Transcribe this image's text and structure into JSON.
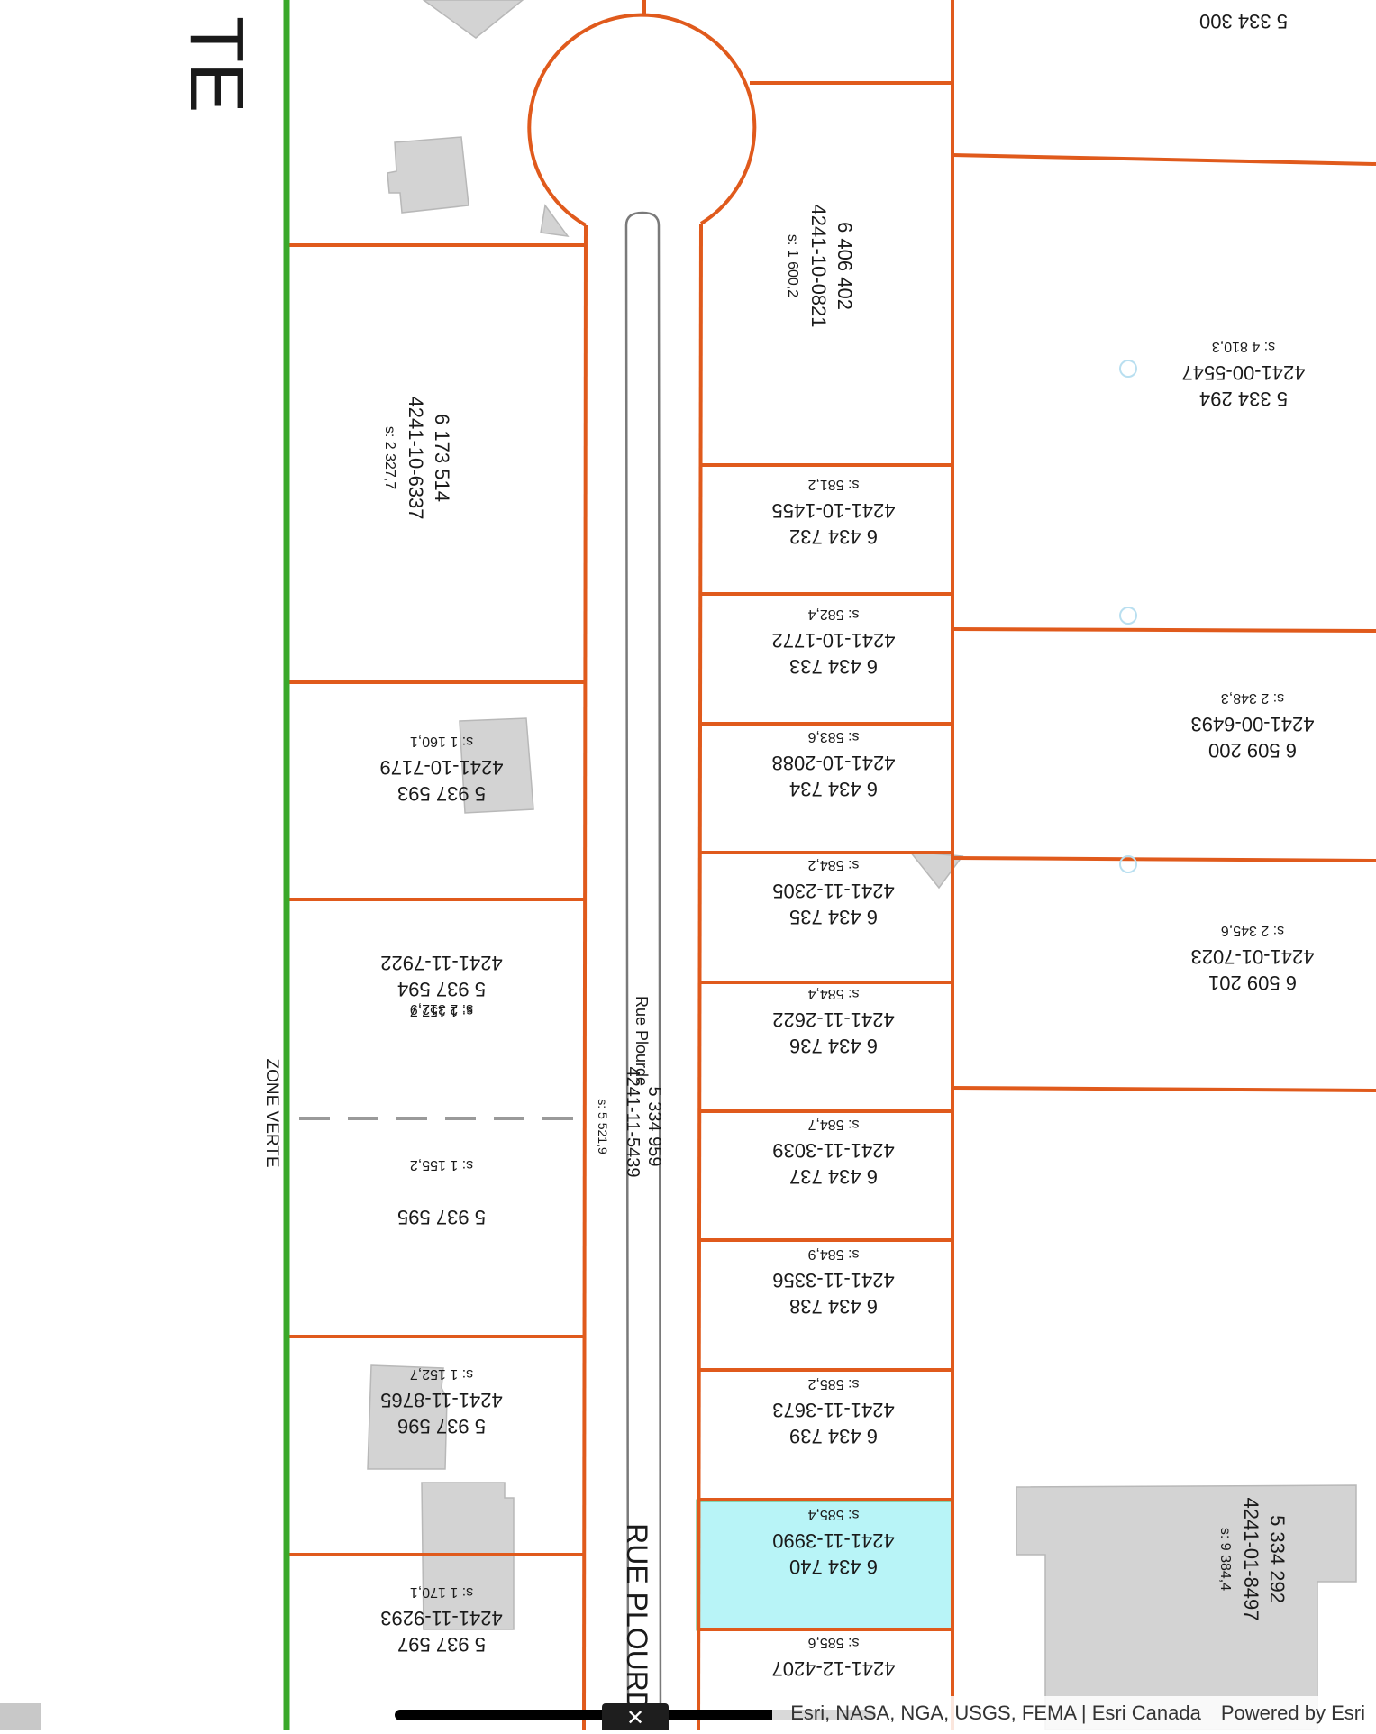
{
  "map": {
    "edge_label": "TE",
    "zone_label": "ZONE VERTE",
    "street_label_small": "Rue Plourde",
    "street_label_large": "RUE PLOURD",
    "road_parcel": {
      "lot": "5 334 959",
      "matricule": "4241-11-5439",
      "area": "s: 5 521,9"
    },
    "lots": [
      {
        "id": "6406402",
        "lot": "6 406 402",
        "matricule": "4241-10-0821",
        "area": "s: 1 600,2"
      },
      {
        "id": "6173514",
        "lot": "6 173 514",
        "matricule": "4241-10-6337",
        "area": "s: 2 327,7"
      },
      {
        "id": "5334300",
        "lot": "5 334 300",
        "matricule": "",
        "area": ""
      },
      {
        "id": "5334294",
        "lot": "5 334 294",
        "matricule": "4241-00-5547",
        "area": "s: 4 810,3"
      },
      {
        "id": "6434732",
        "lot": "6 434 732",
        "matricule": "4241-10-1455",
        "area": "s: 581,2"
      },
      {
        "id": "6434733",
        "lot": "6 434 733",
        "matricule": "4241-10-1772",
        "area": "s: 582,4"
      },
      {
        "id": "6509200",
        "lot": "6 509 200",
        "matricule": "4241-00-6493",
        "area": "s: 2 348,3"
      },
      {
        "id": "5937593",
        "lot": "5 937 593",
        "matricule": "4241-10-7179",
        "area": "s: 1 160,1"
      },
      {
        "id": "6434734",
        "lot": "6 434 734",
        "matricule": "4241-10-2088",
        "area": "s: 583,6"
      },
      {
        "id": "6434735",
        "lot": "6 434 735",
        "matricule": "4241-11-2305",
        "area": "s: 584,2"
      },
      {
        "id": "6509201",
        "lot": "6 509 201",
        "matricule": "4241-01-7023",
        "area": "s: 2 345,6"
      },
      {
        "id": "5937594",
        "lot": "5 937 594",
        "matricule": "4241-11-7922",
        "area": "s: 1 157,7"
      },
      {
        "id": "5937594b",
        "lot": "",
        "matricule": "",
        "area": "s: 2 312,9"
      },
      {
        "id": "6434736",
        "lot": "6 434 736",
        "matricule": "4241-11-2622",
        "area": "s: 584,4"
      },
      {
        "id": "6434737",
        "lot": "6 434 737",
        "matricule": "4241-11-3039",
        "area": "s: 584,7"
      },
      {
        "id": "5937595",
        "lot": "5 937 595",
        "matricule": "",
        "area": "s: 1 155,2"
      },
      {
        "id": "6434738",
        "lot": "6 434 738",
        "matricule": "4241-11-3356",
        "area": "s: 584,9"
      },
      {
        "id": "6434739",
        "lot": "6 434 739",
        "matricule": "4241-11-3673",
        "area": "s: 585,2"
      },
      {
        "id": "5937596",
        "lot": "5 937 596",
        "matricule": "4241-11-8765",
        "area": "s: 1 152,7"
      },
      {
        "id": "6434740",
        "lot": "6 434 740",
        "matricule": "4241-11-3990",
        "area": "s: 585,4"
      },
      {
        "id": "5334292",
        "lot": "5 334 292",
        "matricule": "4241-01-8497",
        "area": "s: 9 384,4"
      },
      {
        "id": "5937597",
        "lot": "5 937 597",
        "matricule": "4241-11-9293",
        "area": "s: 1 170,1"
      },
      {
        "id": "6434741",
        "lot": "",
        "matricule": "4241-12-4207",
        "area": "s: 585,6"
      }
    ],
    "selected_lot": "6 434 740"
  },
  "colors": {
    "parcel_line": "#e05a1c",
    "zone_line": "#3aa82a",
    "selected_fill": "#b8f4f7",
    "selected_stroke": "#4cb36a",
    "building": "#d3d3d3"
  },
  "attribution": {
    "sources": "Esri, NASA, NGA, USGS, FEMA | Esri Canada",
    "powered": "Powered by Esri"
  },
  "close_glyph": "✕"
}
